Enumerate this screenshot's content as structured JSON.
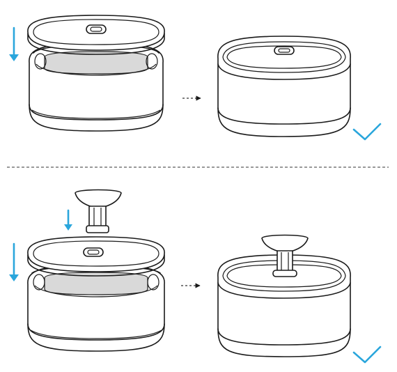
{
  "colors": {
    "accent": "#2aa6dc",
    "line": "#1a1a1a",
    "filter": "#d9d9d9"
  },
  "steps": [
    {
      "name": "lid-installation",
      "action": "press-down",
      "result": "success-check-icon"
    },
    {
      "name": "pump-tower-installation",
      "action": "press-down",
      "result": "success-check-icon"
    }
  ]
}
